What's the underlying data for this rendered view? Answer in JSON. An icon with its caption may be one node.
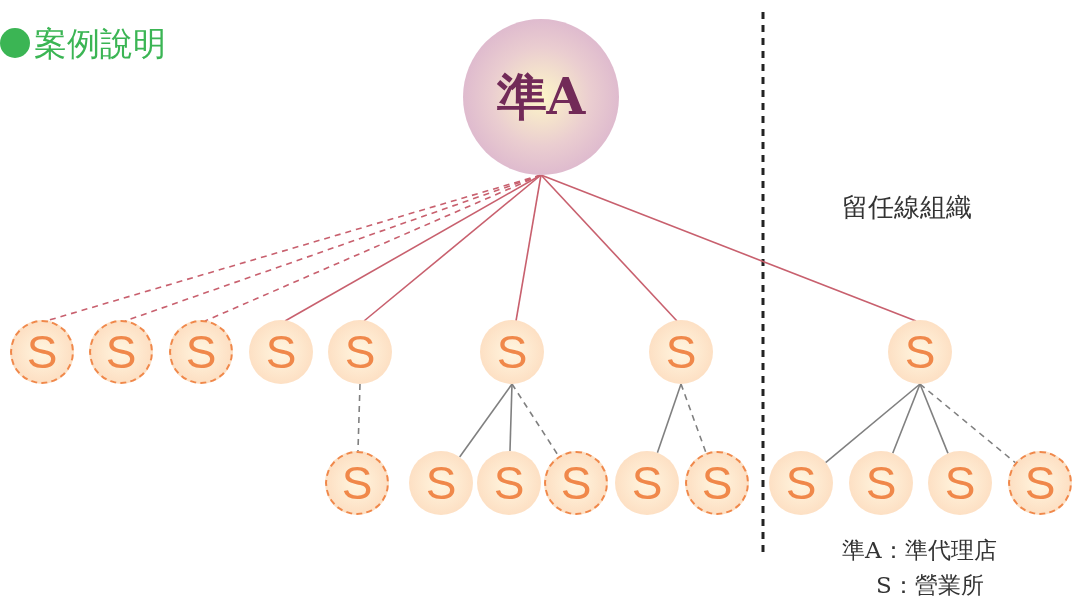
{
  "diagram": {
    "nodes": [
      {
        "text": [
          "準A"
        ]
      },
      {
        "text": [
          "S"
        ]
      },
      {
        "text": [
          "S"
        ]
      },
      {
        "text": [
          "S"
        ]
      },
      {
        "text": [
          "S"
        ]
      },
      {
        "text": [
          "S"
        ]
      },
      {
        "text": [
          "S"
        ]
      },
      {
        "text": [
          "S"
        ]
      },
      {
        "text": [
          "S"
        ]
      },
      {
        "text": [
          "S"
        ]
      },
      {
        "text": [
          "S"
        ]
      },
      {
        "text": [
          "S"
        ]
      },
      {
        "text": [
          "S"
        ]
      },
      {
        "text": [
          "S"
        ]
      },
      {
        "text": [
          "S"
        ]
      },
      {
        "text": [
          "S"
        ]
      },
      {
        "text": [
          "S"
        ]
      },
      {
        "text": [
          "S"
        ]
      },
      {
        "text": [
          "S"
        ]
      }
    ],
    "edges": [
      {
        "from": 0,
        "to": 1,
        "arrow": "none",
        "style": "dashed",
        "color": "#c8606e"
      },
      {
        "from": 0,
        "to": 2,
        "arrow": "none",
        "style": "dashed",
        "color": "#c8606e"
      },
      {
        "from": 0,
        "to": 3,
        "arrow": "none",
        "style": "dashed",
        "color": "#c8606e"
      },
      {
        "from": 0,
        "to": 4,
        "arrow": "none",
        "color": "#c8606e"
      },
      {
        "from": 0,
        "to": 5,
        "arrow": "none",
        "color": "#c8606e"
      },
      {
        "from": 0,
        "to": 6,
        "arrow": "none",
        "color": "#c8606e"
      },
      {
        "from": 0,
        "to": 7,
        "arrow": "none",
        "color": "#c8606e"
      },
      {
        "from": 0,
        "to": 8,
        "arrow": "none",
        "color": "#c8606e"
      },
      {
        "from": 5,
        "to": 9,
        "arrow": "none",
        "style": "dashed"
      },
      {
        "from": 6,
        "to": 10,
        "arrow": "none"
      },
      {
        "from": 6,
        "to": 11,
        "arrow": "none"
      },
      {
        "from": 6,
        "to": 12,
        "arrow": "none",
        "style": "dashed"
      },
      {
        "from": 7,
        "to": 13,
        "arrow": "none"
      },
      {
        "from": 7,
        "to": 14,
        "arrow": "none",
        "style": "dashed"
      },
      {
        "from": 8,
        "to": 15,
        "arrow": "none"
      },
      {
        "from": 8,
        "to": 16,
        "arrow": "none"
      },
      {
        "from": 8,
        "to": 17,
        "arrow": "none"
      },
      {
        "from": 8,
        "to": 18,
        "arrow": "none",
        "style": "dashed"
      }
    ],
    "labels": [
      "案例說明",
      "留任線組織",
      "準A：準代理店",
      "S：營業所"
    ]
  }
}
